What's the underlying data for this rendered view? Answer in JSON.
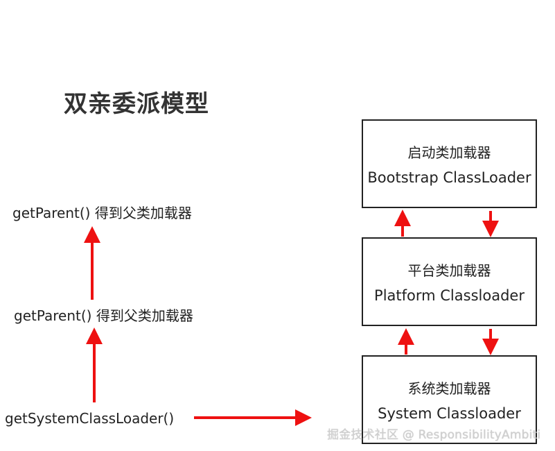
{
  "title": "双亲委派模型",
  "left_labels": {
    "top": "getParent() 得到父类加载器",
    "middle": "getParent() 得到父类加载器",
    "bottom": "getSystemClassLoader()"
  },
  "boxes": {
    "bootstrap": {
      "name_cn": "启动类加载器",
      "name_en": "Bootstrap ClassLoader"
    },
    "platform": {
      "name_cn": "平台类加载器",
      "name_en": "Platform Classloader"
    },
    "system": {
      "name_cn": "系统类加载器",
      "name_en": "System Classloader"
    }
  },
  "colors": {
    "arrow": "#ee1111",
    "text": "#222222",
    "border": "#222222"
  },
  "watermark": "掘金技术社区 @ ResponsibilityAmbiti"
}
